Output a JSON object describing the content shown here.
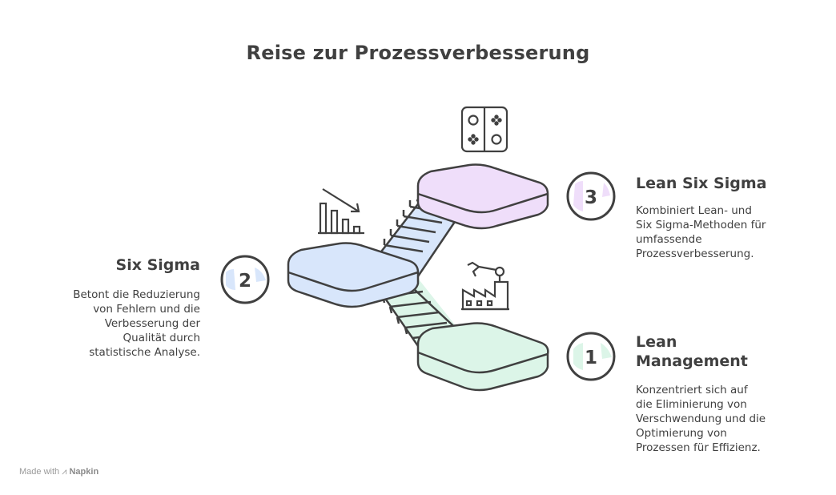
{
  "title": "Reise zur Prozessverbesserung",
  "steps": [
    {
      "number": "1",
      "title": "Lean Management",
      "title_line1": "Lean",
      "title_line2": "Management",
      "description": "Konzentriert sich auf die Eliminierung von Verschwendung und die Optimierung von Prozessen für Effizienz.",
      "lines": [
        "Konzentriert sich auf",
        "die Eliminierung von",
        "Verschwendung und die",
        "Optimierung von",
        "Prozessen für Effizienz."
      ],
      "color": "#dcf5e8",
      "icon": "factory-robot-arm-icon"
    },
    {
      "number": "2",
      "title": "Six Sigma",
      "description": "Betont die Reduzierung von Fehlern und die Verbesserung der Qualität durch statistische Analyse.",
      "lines": [
        "Betont die Reduzierung",
        "von Fehlern und die",
        "Verbesserung der",
        "Qualität durch",
        "statistische Analyse."
      ],
      "color": "#d8e6fb",
      "icon": "declining-bar-chart-icon"
    },
    {
      "number": "3",
      "title": "Lean Six Sigma",
      "description": "Kombiniert Lean- und Six Sigma-Methoden für umfassende Prozessverbesserung.",
      "lines": [
        "Kombiniert Lean- und",
        "Six Sigma-Methoden für",
        "umfassende",
        "Prozessverbesserung."
      ],
      "color": "#efdefa",
      "icon": "game-controller-icon"
    }
  ],
  "footer": {
    "made_with": "Made with",
    "brand": "Napkin"
  }
}
